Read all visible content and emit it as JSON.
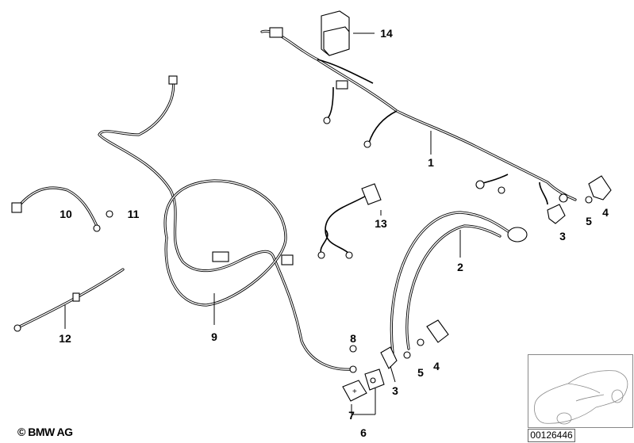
{
  "callouts": [
    "1",
    "2",
    "3",
    "3",
    "4",
    "4",
    "5",
    "5",
    "6",
    "7",
    "8",
    "9",
    "10",
    "11",
    "12",
    "13",
    "14"
  ],
  "copyright": "© BMW AG",
  "diagram_number": "00126446"
}
